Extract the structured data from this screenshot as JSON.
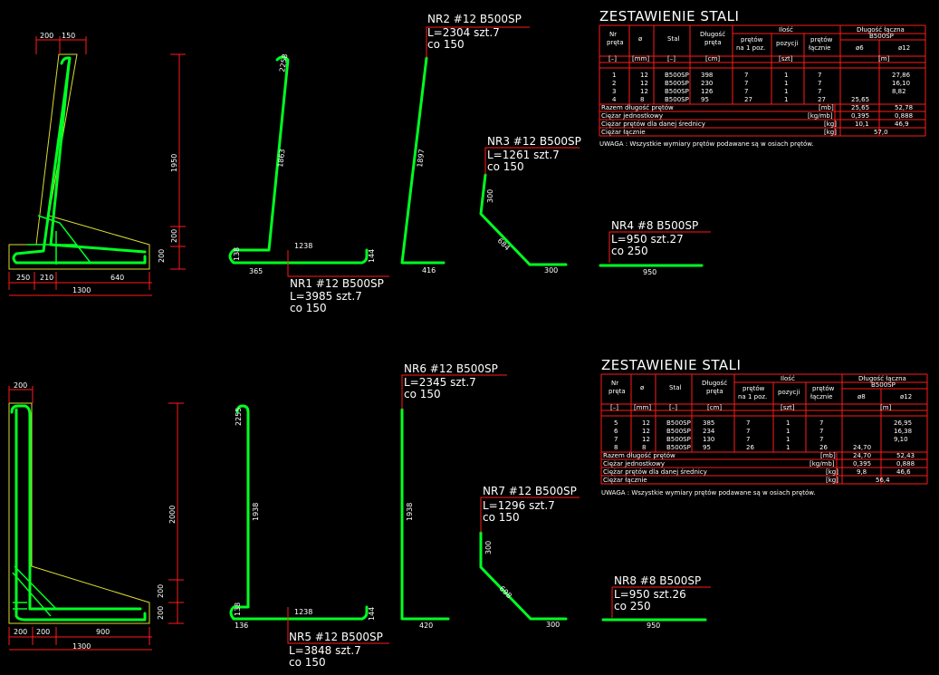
{
  "drawing_1": {
    "dims": {
      "top_200": "200",
      "top_150": "150",
      "height_1950": "1950",
      "side_200": "200",
      "side_200b": "200",
      "b_250": "250",
      "b_210": "210",
      "b_640": "640",
      "total_1300": "1300"
    },
    "nr1": {
      "title": "NR1   #12   B500SP",
      "len": "L=3985   szt.7",
      "co": "co 150",
      "d_138": "138",
      "d_1863": "1863",
      "d_2258": "2258",
      "d_1238": "1238",
      "d_144": "144",
      "d_365": "365"
    },
    "nr2": {
      "title": "NR2   #12   B500SP",
      "len": "L=2304   szt.7",
      "co": "co 150",
      "d_1897": "1897",
      "d_416": "416"
    },
    "nr3": {
      "title": "NR3   #12   B500SP",
      "len": "L=1261   szt.7",
      "co": "co 150",
      "d_300": "300",
      "d_684": "684",
      "d_300b": "300"
    },
    "nr4": {
      "title": "NR4   #8   B500SP",
      "len": "L=950   szt.27",
      "co": "co 250",
      "d_950": "950"
    },
    "table": {
      "title": "ZESTAWIENIE STALI",
      "h_nr": "Nr",
      "h_nr2": "pręta",
      "h_fi": "ø",
      "h_stal": "Stal",
      "h_dl": "Długość",
      "h_dl2": "pręta",
      "h_ilosc": "Ilość",
      "h_pretow": "prętów",
      "h_na1": "na 1 poz.",
      "h_poz": "pozycji",
      "h_prl": "prętów",
      "h_prl2": "łącznie",
      "h_dlug": "Długość łączna",
      "h_b500": "B500SP",
      "h_f6": "ø6",
      "h_f12": "ø12",
      "u1": "[–]",
      "u2": "[mm]",
      "u3": "[–]",
      "u4": "[cm]",
      "u5": "[szt]",
      "u6": "[m]",
      "rows": [
        [
          "1",
          "12",
          "B500SP",
          "398",
          "7",
          "1",
          "7",
          "",
          "27,86"
        ],
        [
          "2",
          "12",
          "B500SP",
          "230",
          "7",
          "1",
          "7",
          "",
          "16,10"
        ],
        [
          "3",
          "12",
          "B500SP",
          "126",
          "7",
          "1",
          "7",
          "",
          "8,82"
        ],
        [
          "4",
          "8",
          "B500SP",
          "95",
          "27",
          "1",
          "27",
          "25,65",
          ""
        ]
      ],
      "sum1": "Razem długość prętów",
      "sum1u": "[mb]",
      "sum1a": "25,65",
      "sum1b": "52,78",
      "sum2": "Ciężar jednostkowy",
      "sum2u": "[kg/mb]",
      "sum2a": "0,395",
      "sum2b": "0,888",
      "sum3": "Ciężar prętów dla danej średnicy",
      "sum3u": "[kg]",
      "sum3a": "10,1",
      "sum3b": "46,9",
      "sum4": "Ciężar łącznie",
      "sum4u": "[kg]",
      "sum4a": "57,0",
      "note": "UWAGA : Wszystkie wymiary prętów podawane są w osiach prętów."
    }
  },
  "drawing_2": {
    "dims": {
      "top_200": "200",
      "height_2000": "2000",
      "side_200": "200",
      "side_200b": "200",
      "b_200": "200",
      "b_200b": "200",
      "b_900": "900",
      "total_1300": "1300"
    },
    "nr5": {
      "title": "NR5   #12   B500SP",
      "len": "L=3848   szt.7",
      "co": "co 150",
      "d_138": "138",
      "d_1938": "1938",
      "d_2255": "2255",
      "d_1238": "1238",
      "d_144": "144",
      "d_136": "136"
    },
    "nr6": {
      "title": "NR6   #12   B500SP",
      "len": "L=2345   szt.7",
      "co": "co 150",
      "d_1938": "1938",
      "d_420": "420"
    },
    "nr7": {
      "title": "NR7   #12   B500SP",
      "len": "L=1296   szt.7",
      "co": "co 150",
      "d_300": "300",
      "d_698": "698",
      "d_300b": "300"
    },
    "nr8": {
      "title": "NR8   #8   B500SP",
      "len": "L=950   szt.26",
      "co": "co 250",
      "d_950": "950"
    },
    "table": {
      "title": "ZESTAWIENIE STALI",
      "h_nr": "Nr",
      "h_nr2": "pręta",
      "h_fi": "ø",
      "h_stal": "Stal",
      "h_dl": "Długość",
      "h_dl2": "pręta",
      "h_ilosc": "Ilość",
      "h_pretow": "prętów",
      "h_na1": "na 1 poz.",
      "h_poz": "pozycji",
      "h_prl": "prętów",
      "h_prl2": "łącznie",
      "h_dlug": "Długość łączna",
      "h_b500": "B500SP",
      "h_f6": "ø8",
      "h_f12": "ø12",
      "u1": "[–]",
      "u2": "[mm]",
      "u3": "[–]",
      "u4": "[cm]",
      "u5": "[szt]",
      "u6": "[m]",
      "rows": [
        [
          "5",
          "12",
          "B500SP",
          "385",
          "7",
          "1",
          "7",
          "",
          "26,95"
        ],
        [
          "6",
          "12",
          "B500SP",
          "234",
          "7",
          "1",
          "7",
          "",
          "16,38"
        ],
        [
          "7",
          "12",
          "B500SP",
          "130",
          "7",
          "1",
          "7",
          "",
          "9,10"
        ],
        [
          "8",
          "8",
          "B500SP",
          "95",
          "26",
          "1",
          "26",
          "24,70",
          ""
        ]
      ],
      "sum1": "Razem długość prętów",
      "sum1u": "[mb]",
      "sum1a": "24,70",
      "sum1b": "52,43",
      "sum2": "Ciężar jednostkowy",
      "sum2u": "[kg/mb]",
      "sum2a": "0,395",
      "sum2b": "0,888",
      "sum3": "Ciężar prętów dla danej średnicy",
      "sum3u": "[kg]",
      "sum3a": "9,8",
      "sum3b": "46,6",
      "sum4": "Ciężar łącznie",
      "sum4u": "[kg]",
      "sum4a": "56,4",
      "note": "UWAGA : Wszystkie wymiary prętów podawane są w osiach prętów."
    }
  }
}
